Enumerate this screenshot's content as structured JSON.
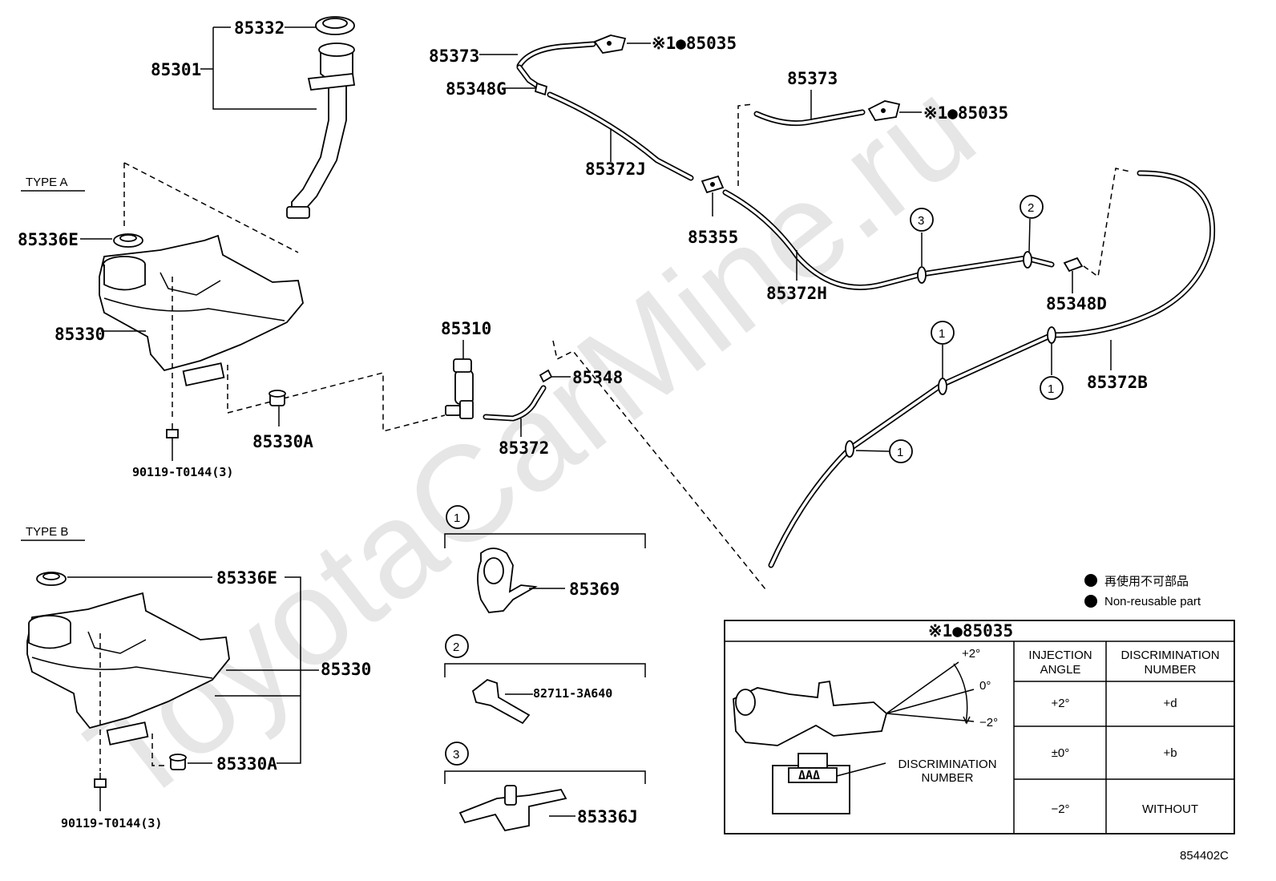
{
  "labels": {
    "type_a": "TYPE A",
    "type_b": "TYPE B",
    "p85332": "85332",
    "p85301": "85301",
    "p85336e_a": "85336E",
    "p85330_a": "85330",
    "p85330a_a": "85330A",
    "p90119_a": "90119-T0144(3)",
    "p85373_a": "85373",
    "p85348g": "85348G",
    "p85035_a": "※1●85035",
    "p85372j": "85372J",
    "p85355": "85355",
    "p85373_b": "85373",
    "p85035_b": "※1●85035",
    "p85372h": "85372H",
    "p85348d": "85348D",
    "p85372b": "85372B",
    "p85310": "85310",
    "p85348": "85348",
    "p85372": "85372",
    "p85336e_b": "85336E",
    "p85330_b": "85330",
    "p85330a_b": "85330A",
    "p90119_b": "90119-T0144(3)",
    "p85369": "85369",
    "p82711": "82711-3A640",
    "p85336j": "85336J",
    "diagram_code": "854402C"
  },
  "markers": {
    "m1": "1",
    "m2": "2",
    "m3": "3"
  },
  "legend": {
    "jp": "再使用不可部品",
    "en": "Non-reusable part"
  },
  "table": {
    "title": "※1●85035",
    "col1": [
      "INJECTION",
      "ANGLE"
    ],
    "col2": [
      "DISCRIMINATION",
      "NUMBER"
    ],
    "rows": [
      {
        "angle": "+2°",
        "number": "+d"
      },
      {
        "angle": "±0°",
        "number": "+b"
      },
      {
        "angle": "−2°",
        "number": "WITHOUT"
      }
    ],
    "angle_plus": "+2°",
    "angle_zero": "0°",
    "angle_minus": "−2°",
    "discrimination_label": [
      "DISCRIMINATION",
      "NUMBER"
    ]
  },
  "watermark": "ToyotaCarMine.ru"
}
